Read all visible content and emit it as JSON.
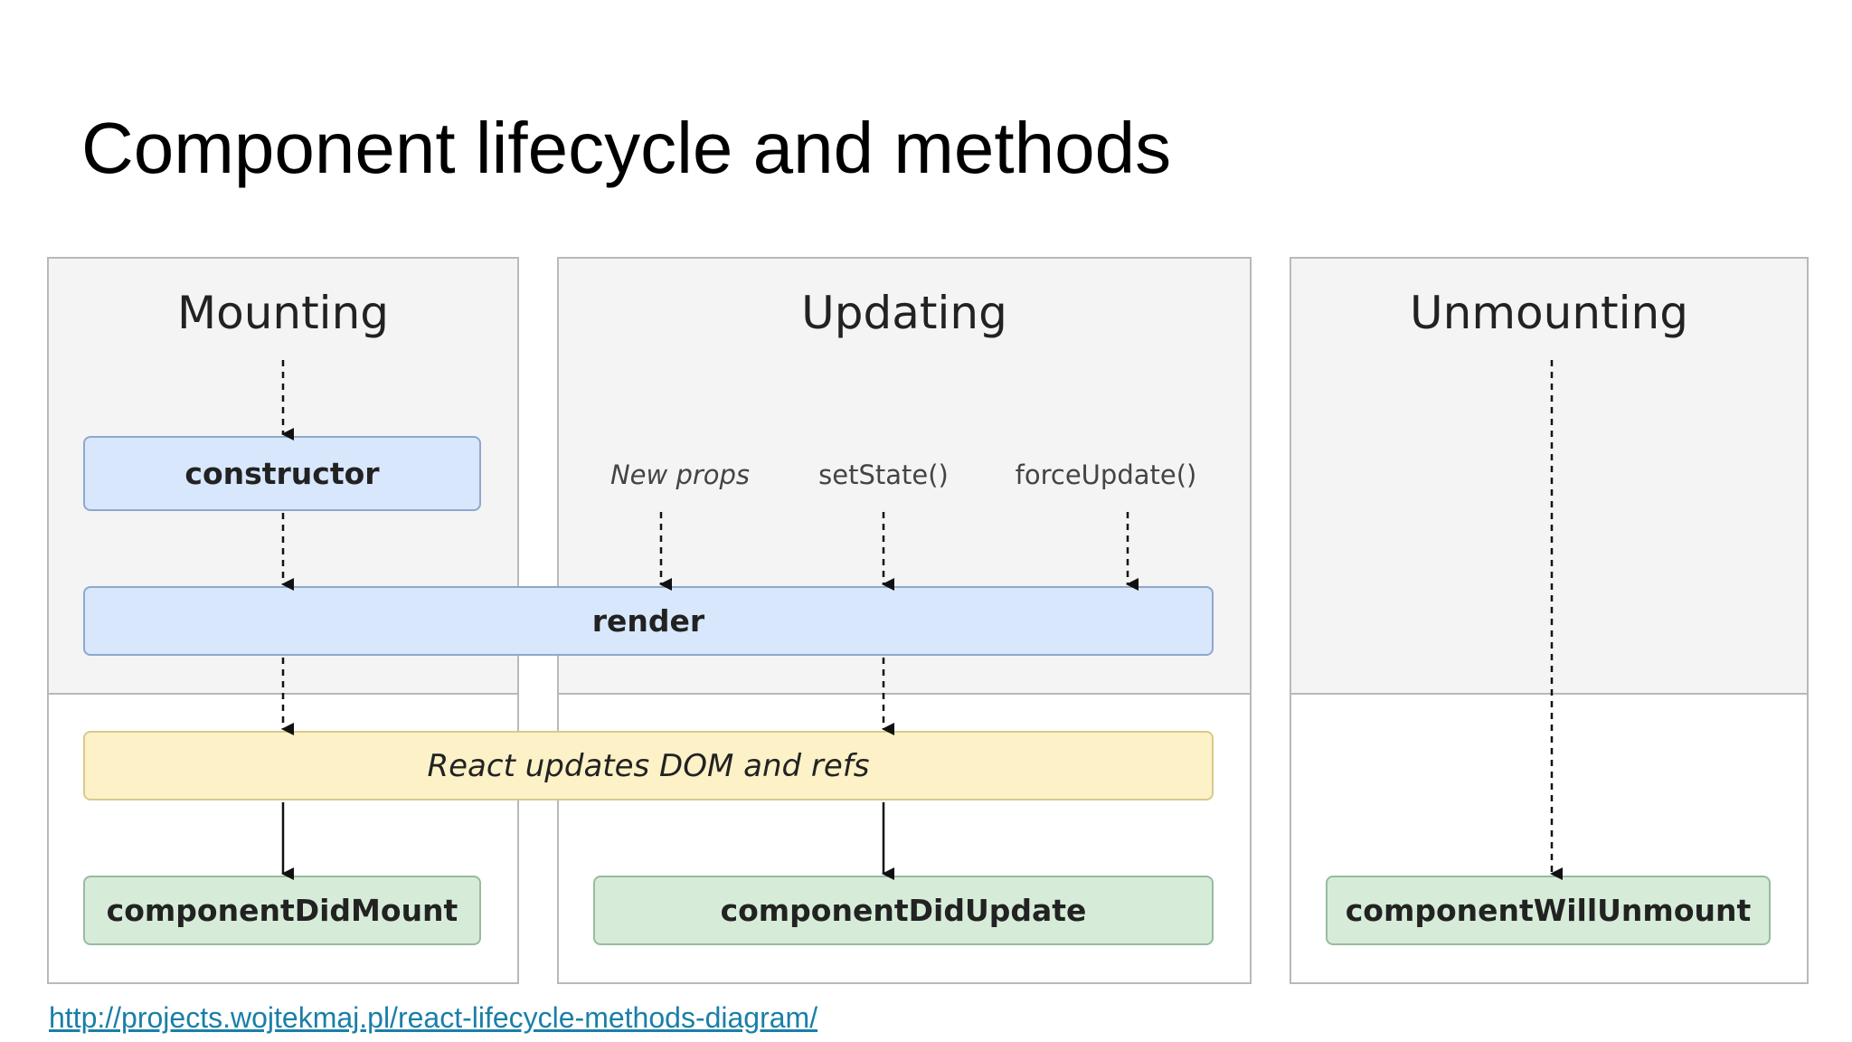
{
  "title": "Component lifecycle and methods",
  "phases": {
    "mounting": "Mounting",
    "updating": "Updating",
    "unmounting": "Unmounting"
  },
  "triggers": {
    "new_props": "New props",
    "set_state": "setState()",
    "force_update": "forceUpdate()"
  },
  "nodes": {
    "constructor": "constructor",
    "render": "render",
    "react_updates": "React updates DOM and refs",
    "did_mount": "componentDidMount",
    "did_update": "componentDidUpdate",
    "will_unmount": "componentWillUnmount"
  },
  "colors": {
    "blue_node": "#d8e7fb",
    "yellow_node": "#fcf1c7",
    "green_node": "#d6ecd9",
    "panel_top": "#f4f4f4",
    "link": "#1a7fa8"
  },
  "source_link": "http://projects.wojtekmaj.pl/react-lifecycle-methods-diagram/"
}
